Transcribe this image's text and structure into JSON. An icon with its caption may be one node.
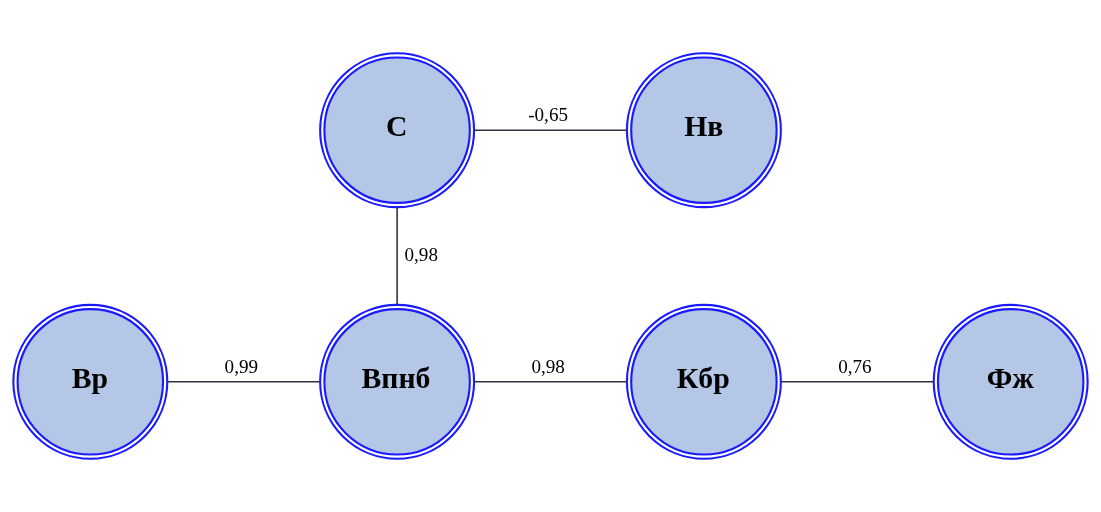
{
  "diagram": {
    "nodes": [
      {
        "text": [
          "С"
        ]
      },
      {
        "text": [
          "Нв"
        ]
      },
      {
        "text": [
          "Вр"
        ]
      },
      {
        "text": [
          "Впнб"
        ]
      },
      {
        "text": [
          "Кбр"
        ]
      },
      {
        "text": [
          "Фж"
        ]
      }
    ],
    "edges": [
      {
        "from": 0,
        "to": 1,
        "arrow": "none",
        "label": "-0,65"
      },
      {
        "from": 0,
        "to": 3,
        "arrow": "none",
        "label": "0,98"
      },
      {
        "from": 2,
        "to": 3,
        "arrow": "none",
        "label": "0,99"
      },
      {
        "from": 3,
        "to": 4,
        "arrow": "none",
        "label": "0,98"
      },
      {
        "from": 4,
        "to": 5,
        "arrow": "none",
        "label": "0,76"
      }
    ]
  }
}
